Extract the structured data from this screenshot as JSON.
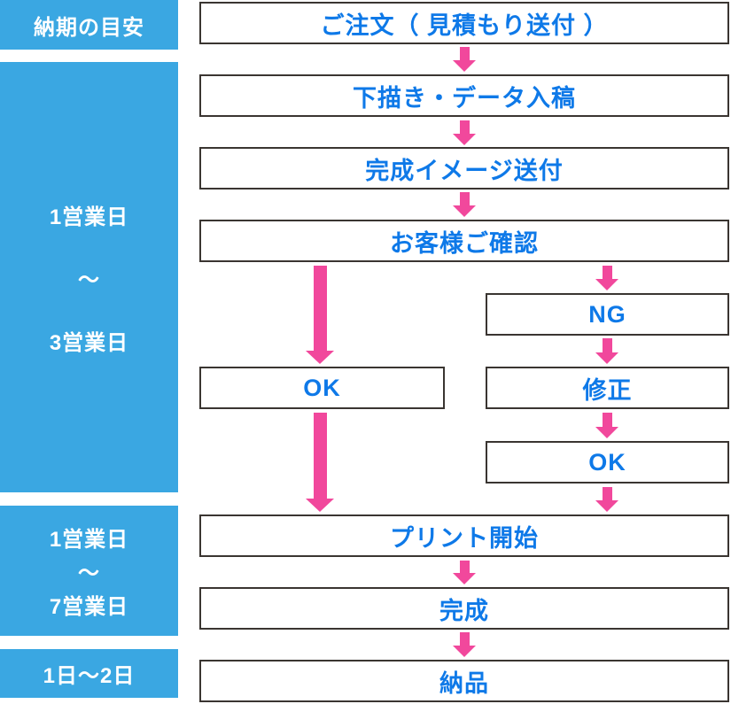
{
  "colors": {
    "sidebar_blue": "#3aa7e2",
    "text_blue": "#0e79e8",
    "arrow_pink": "#f1489c",
    "box_border": "#3a3531",
    "sidebar_text": "#ffffff",
    "box_bg": "#ffffff"
  },
  "sidebar": {
    "header": "納期の目安",
    "design_phase": {
      "line1": "1営業日",
      "line2": "～",
      "line3": "3営業日"
    },
    "production_phase": {
      "line1": "1営業日",
      "line2": "～",
      "line3": "7営業日"
    },
    "delivery_phase": "1日～2日"
  },
  "flow": {
    "order": "ご注文（ 見積もり送付 ）",
    "draft_data_submission": "下描き・データ入稿",
    "final_image_sent": "完成イメージ送付",
    "customer_confirmation": "お客様ご確認",
    "ok_direct": "OK",
    "ng": "NG",
    "revision": "修正",
    "ok_after_revision": "OK",
    "print_start": "プリント開始",
    "completion": "完成",
    "delivery": "納品"
  }
}
